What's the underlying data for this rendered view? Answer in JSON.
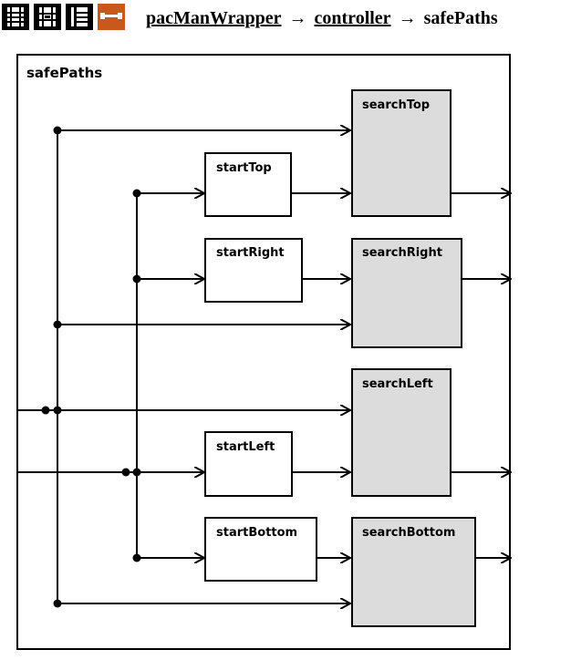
{
  "toolbar": {
    "buttons": [
      {
        "icon": "list-view-icon"
      },
      {
        "icon": "detail-view-icon"
      },
      {
        "icon": "ladder-view-icon"
      },
      {
        "icon": "connection-view-icon",
        "color": "#c8581b"
      }
    ]
  },
  "breadcrumb": {
    "items": [
      "pacManWrapper",
      "controller"
    ],
    "current": "safePaths",
    "separator": "→"
  },
  "diagram": {
    "title": "safePaths",
    "blocks": {
      "startTop": "startTop",
      "startRight": "startRight",
      "startLeft": "startLeft",
      "startBottom": "startBottom",
      "searchTop": "searchTop",
      "searchRight": "searchRight",
      "searchLeft": "searchLeft",
      "searchBottom": "searchBottom"
    },
    "colors": {
      "search_fill": "#dcdcdc",
      "start_fill": "#ffffff",
      "accent": "#c8581b"
    }
  }
}
